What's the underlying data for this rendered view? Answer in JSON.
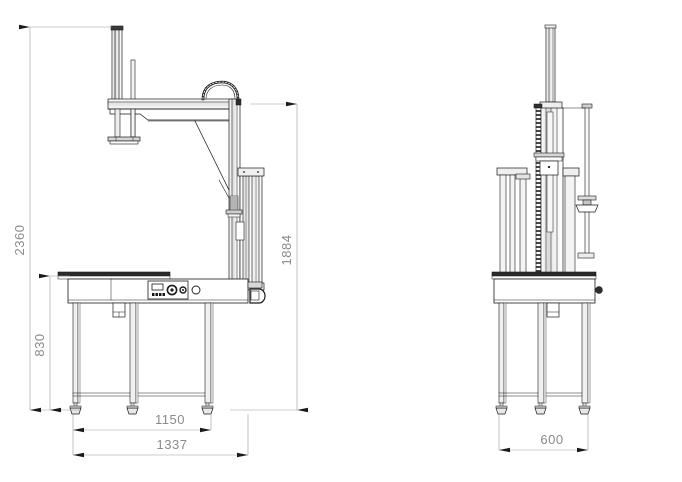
{
  "drawing": {
    "type": "technical-drawing",
    "title": "",
    "background_color": "#ffffff",
    "line_color": "#1a1a1a",
    "dimension_color": "#8a8a8a",
    "views": [
      {
        "name": "front-elevation",
        "description": "Gantry pick-and-place machine front view on table frame"
      },
      {
        "name": "side-elevation",
        "description": "Machine side view with vertical rack column"
      }
    ]
  },
  "dimensions": {
    "overall_height": "2360",
    "column_height": "1884",
    "table_height": "830",
    "leg_span": "1150",
    "overall_width": "1337",
    "depth": "600"
  },
  "control_panel": {
    "display_label": "",
    "indicator_count": 4,
    "knob_label": "",
    "button_1_label": "",
    "button_2_label": ""
  }
}
